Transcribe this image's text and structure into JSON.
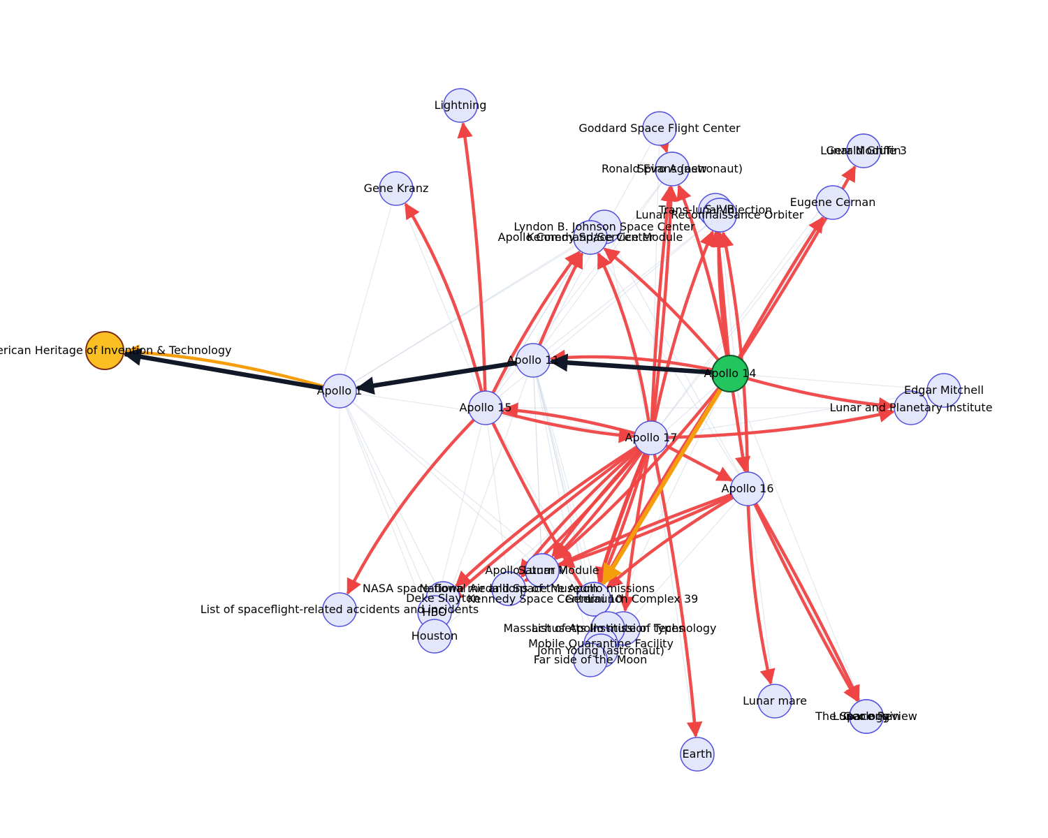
{
  "graph": {
    "colors": {
      "node_fill": "#e4e6fb",
      "node_stroke": "#5050dd",
      "source_fill": "#22c55e",
      "source_stroke": "#14532d",
      "target_fill": "#fbbf24",
      "target_stroke": "#7c2d12",
      "red_edge": "#ef4444",
      "path_edge": "#111827",
      "orange_edge": "#f59e0b",
      "faint_edge": "#cbd5e1"
    },
    "nodes": [
      {
        "id": "apollo14",
        "label": "Apollo 14",
        "role": "source"
      },
      {
        "id": "heritage",
        "label": "American Heritage of Invention & Technology",
        "role": "target"
      },
      {
        "id": "apollo1",
        "label": "Apollo 1",
        "role": "normal"
      },
      {
        "id": "apollo11",
        "label": "Apollo 11",
        "role": "normal"
      },
      {
        "id": "apollo15",
        "label": "Apollo 15",
        "role": "normal"
      },
      {
        "id": "apollo17",
        "label": "Apollo 17",
        "role": "normal"
      },
      {
        "id": "apollo16",
        "label": "Apollo 16",
        "role": "normal"
      },
      {
        "id": "lightning",
        "label": "Lightning",
        "role": "normal"
      },
      {
        "id": "gkranz",
        "label": "Gene Kranz",
        "role": "normal"
      },
      {
        "id": "goddard",
        "label": "Goddard Space Flight Center",
        "role": "normal"
      },
      {
        "id": "evans",
        "label": "Ronald Evans (astronaut)",
        "role": "normal"
      },
      {
        "id": "agnew",
        "label": "Spiro Agnew",
        "role": "normal"
      },
      {
        "id": "griffin",
        "label": "Gerald Griffin",
        "role": "normal"
      },
      {
        "id": "lmodule3",
        "label": "Lunar Module 3",
        "role": "normal"
      },
      {
        "id": "cernan",
        "label": "Eugene Cernan",
        "role": "normal"
      },
      {
        "id": "tli",
        "label": "Trans-lunar injection",
        "role": "normal"
      },
      {
        "id": "sivb",
        "label": "S-IVB",
        "role": "normal"
      },
      {
        "id": "lro",
        "label": "Lunar Reconnaissance Orbiter",
        "role": "normal"
      },
      {
        "id": "jsc",
        "label": "Lyndon B. Johnson Space Center",
        "role": "normal"
      },
      {
        "id": "csm",
        "label": "Apollo Command/Service Module",
        "role": "normal"
      },
      {
        "id": "kennedysc",
        "label": "Kennedy Space Center",
        "role": "normal"
      },
      {
        "id": "mitchell",
        "label": "Edgar Mitchell",
        "role": "normal"
      },
      {
        "id": "lpi",
        "label": "Lunar and Planetary Institute",
        "role": "normal"
      },
      {
        "id": "apollolm",
        "label": "Apollo Lunar Module",
        "role": "normal"
      },
      {
        "id": "saturnv",
        "label": "Saturn V",
        "role": "normal"
      },
      {
        "id": "nasm",
        "label": "National Air and Space Museum",
        "role": "normal"
      },
      {
        "id": "medals",
        "label": "NASA space-flown medallions of the Apollo missions",
        "role": "normal"
      },
      {
        "id": "slayton",
        "label": "Deke Slayton",
        "role": "normal"
      },
      {
        "id": "hbo",
        "label": "HBO",
        "role": "normal"
      },
      {
        "id": "houston",
        "label": "Houston",
        "role": "normal"
      },
      {
        "id": "accidents",
        "label": "List of spaceflight-related accidents and incidents",
        "role": "normal"
      },
      {
        "id": "ksc2",
        "label": "Kennedy Space Center",
        "role": "normal"
      },
      {
        "id": "gemini",
        "label": "Gemini 10",
        "role": "normal"
      },
      {
        "id": "lc39",
        "label": "Launch Complex 39",
        "role": "normal"
      },
      {
        "id": "lunarmare",
        "label": "Lunar mare",
        "role": "normal"
      },
      {
        "id": "mit",
        "label": "Massachusetts Institute of Technology",
        "role": "normal"
      },
      {
        "id": "apollotypes",
        "label": "List of Apollo mission types",
        "role": "normal"
      },
      {
        "id": "mqf",
        "label": "Mobile Quarantine Facility",
        "role": "normal"
      },
      {
        "id": "jyoung",
        "label": "John Young (astronaut)",
        "role": "normal"
      },
      {
        "id": "farside",
        "label": "Far side of the Moon",
        "role": "normal"
      },
      {
        "id": "spacereview",
        "label": "The Space Review",
        "role": "normal"
      },
      {
        "id": "lunarorigin",
        "label": "Lunar origin",
        "role": "normal"
      },
      {
        "id": "geology",
        "label": "Geology",
        "role": "normal"
      },
      {
        "id": "earth",
        "label": "Earth",
        "role": "normal"
      }
    ],
    "path": [
      "Apollo 14",
      "Apollo 11",
      "Apollo 1",
      "American Heritage of Invention & Technology"
    ]
  }
}
